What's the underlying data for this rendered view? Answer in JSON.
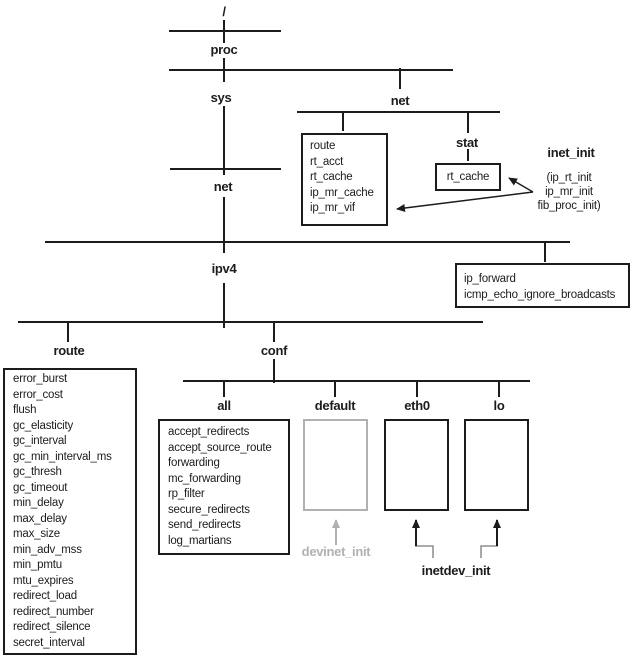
{
  "figure": {
    "background": "#ffffff",
    "ink_color": "#1c1c1c",
    "muted_color": "#b1b1b1"
  },
  "nodes": {
    "root": "/",
    "proc": "proc",
    "sys": "sys",
    "net_proc": "net",
    "net_sys": "net",
    "stat": "stat",
    "ipv4": "ipv4",
    "route": "route",
    "conf": "conf",
    "all": "all",
    "default": "default",
    "eth0": "eth0",
    "lo": "lo"
  },
  "file_boxes": {
    "proc_net_entries": [
      "route",
      "rt_acct",
      "rt_cache",
      "ip_mr_cache",
      "ip_mr_vif"
    ],
    "stat_entry": "rt_cache",
    "ipv4_entries": [
      "ip_forward",
      "icmp_echo_ignore_broadcasts"
    ],
    "route_entries": [
      "error_burst",
      "error_cost",
      "flush",
      "gc_elasticity",
      "gc_interval",
      "gc_min_interval_ms",
      "gc_thresh",
      "gc_timeout",
      "min_delay",
      "max_delay",
      "max_size",
      "min_adv_mss",
      "min_pmtu",
      "mtu_expires",
      "redirect_load",
      "redirect_number",
      "redirect_silence",
      "secret_interval"
    ],
    "conf_all_entries": [
      "accept_redirects",
      "accept_source_route",
      "forwarding",
      "mc_forwarding",
      "rp_filter",
      "secure_redirects",
      "send_redirects",
      "log_martians"
    ]
  },
  "annotations": {
    "inet_init_title": "inet_init",
    "inet_init_functions": [
      "(ip_rt_init",
      "ip_mr_init",
      "fib_proc_init)"
    ],
    "devinet_init_label": "devinet_init",
    "inetdev_init_label": "inetdev_init"
  }
}
